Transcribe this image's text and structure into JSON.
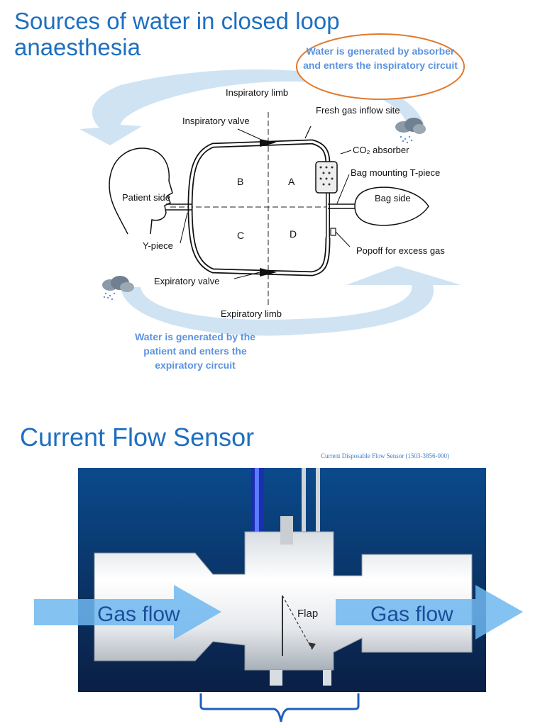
{
  "slide1": {
    "title": "Sources of water in closed loop anaesthesia",
    "callout_top": "Water is generated by absorber and enters the inspiratory circuit",
    "callout_bottom": "Water is generated by the patient and enters the expiratory circuit",
    "labels": {
      "inspiratory_limb": "Inspiratory limb",
      "inspiratory_valve": "Inspiratory valve",
      "fresh_gas": "Fresh gas inflow site",
      "co2_absorber": "CO₂ absorber",
      "bag_mounting": "Bag mounting T-piece",
      "bag_side": "Bag side",
      "patient_side": "Patient side",
      "y_piece": "Y-piece",
      "popoff": "Popoff for excess gas",
      "expiratory_valve": "Expiratory valve",
      "expiratory_limb": "Expiratory limb",
      "quad_a": "A",
      "quad_b": "B",
      "quad_c": "C",
      "quad_d": "D"
    }
  },
  "slide2": {
    "title": "Current Flow Sensor",
    "subtitle": "Current Disposable Flow Sensor (1503-3856-000)",
    "gas_flow_left": "Gas flow",
    "gas_flow_right": "Gas flow",
    "flap": "Flap"
  },
  "colors": {
    "title": "#1e6fc0",
    "callout_text": "#5b93e0",
    "callout_border": "#e07a2e",
    "big_arrow": "#cfe3f3",
    "sensor_bg_top": "#0a4a8c",
    "sensor_bg_bottom": "#0a1f44",
    "gas_arrow": "#6fb7f0",
    "bracket": "#1e5fbf"
  }
}
